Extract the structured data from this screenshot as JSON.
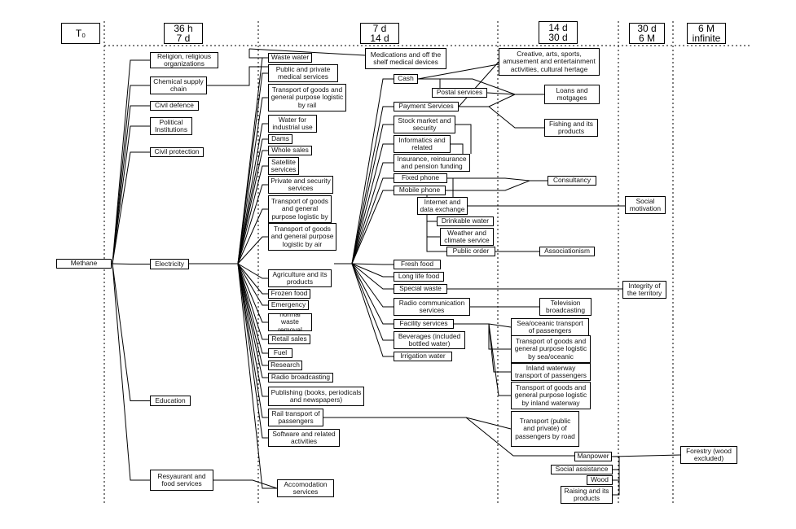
{
  "columns": [
    {
      "id": "c0",
      "l1": "T₀",
      "l2": ""
    },
    {
      "id": "c1",
      "l1": "36 h",
      "l2": "7 d"
    },
    {
      "id": "c2",
      "l1": "7 d",
      "l2": "14 d"
    },
    {
      "id": "c3",
      "l1": "14 d",
      "l2": "30 d"
    },
    {
      "id": "c4",
      "l1": "30 d",
      "l2": "6 M"
    },
    {
      "id": "c5",
      "l1": "6 M",
      "l2": "infinite"
    }
  ],
  "nodes": [
    {
      "id": "methane",
      "label": "Methane"
    },
    {
      "id": "religion",
      "label": "Religion, religious organizations"
    },
    {
      "id": "chemical",
      "label": "Chemical supply chain"
    },
    {
      "id": "civil_def",
      "label": "Civil defence"
    },
    {
      "id": "political",
      "label": "Political Institutions"
    },
    {
      "id": "civil_prot",
      "label": "Civil protection"
    },
    {
      "id": "electricity",
      "label": "Electricity"
    },
    {
      "id": "education",
      "label": "Education"
    },
    {
      "id": "restaurant",
      "label": "Resyaurant and food services"
    },
    {
      "id": "waste_water",
      "label": "Waste water"
    },
    {
      "id": "public_med",
      "label": "Public and private medical services"
    },
    {
      "id": "trans_rail",
      "label": "Transport of goods and general purpose logistic by rail"
    },
    {
      "id": "water_ind",
      "label": "Water for industrial use"
    },
    {
      "id": "dams",
      "label": "Dams"
    },
    {
      "id": "wholesales",
      "label": "Whole sales"
    },
    {
      "id": "satellite",
      "label": "Satellite services"
    },
    {
      "id": "private_sec",
      "label": "Private and security services"
    },
    {
      "id": "trans_goods_by",
      "label": "Transport of goods and general purpose logistic by"
    },
    {
      "id": "trans_air",
      "label": "Transport of goods and general purpose logistic by air"
    },
    {
      "id": "agriculture",
      "label": "Agriculture and its products"
    },
    {
      "id": "frozen",
      "label": "Frozen food"
    },
    {
      "id": "emergency",
      "label": "Emergency"
    },
    {
      "id": "normal_waste",
      "label": "normal waste removal"
    },
    {
      "id": "retail",
      "label": "Retail sales"
    },
    {
      "id": "fuel",
      "label": "Fuel"
    },
    {
      "id": "research",
      "label": "Research"
    },
    {
      "id": "radio_broad",
      "label": "Radio broadcasting"
    },
    {
      "id": "publishing",
      "label": "Publishing (books, periodicals and newspapers)"
    },
    {
      "id": "rail_pass",
      "label": "Rail transport of passengers"
    },
    {
      "id": "software",
      "label": "Software and related activities"
    },
    {
      "id": "accommodation",
      "label": "Accomodation services"
    },
    {
      "id": "medications",
      "label": "Medications and off the shelf medical devices"
    },
    {
      "id": "cash",
      "label": "Cash"
    },
    {
      "id": "postal",
      "label": "Postal services"
    },
    {
      "id": "payment",
      "label": "Payment Services"
    },
    {
      "id": "stock",
      "label": "Stock market and security"
    },
    {
      "id": "informatics",
      "label": "Informatics and related"
    },
    {
      "id": "insurance",
      "label": "Insurance, reinsurance and pension funding"
    },
    {
      "id": "fixed_phone",
      "label": "Fixed phone"
    },
    {
      "id": "mobile_phone",
      "label": "Mobile phone"
    },
    {
      "id": "internet",
      "label": "Internet and data exchange"
    },
    {
      "id": "drinkable",
      "label": "Drinkable water"
    },
    {
      "id": "weather",
      "label": "Weather and climate service"
    },
    {
      "id": "public_order",
      "label": "Public order"
    },
    {
      "id": "fresh_food",
      "label": "Fresh  food"
    },
    {
      "id": "long_life",
      "label": "Long life food"
    },
    {
      "id": "special_waste",
      "label": "Special waste"
    },
    {
      "id": "radio_comm",
      "label": "Radio communication services"
    },
    {
      "id": "facility",
      "label": "Facility services"
    },
    {
      "id": "beverages",
      "label": "Beverages (included bottled water)"
    },
    {
      "id": "irrigation",
      "label": "Irrigation water"
    },
    {
      "id": "creative",
      "label": "Creative, arts, sports, amusement and entertainment activities, cultural hertage"
    },
    {
      "id": "loans",
      "label": "Loans and motgages"
    },
    {
      "id": "fishing",
      "label": "Fishing and its products"
    },
    {
      "id": "consultancy",
      "label": "Consultancy"
    },
    {
      "id": "associationism",
      "label": "Associationism"
    },
    {
      "id": "television",
      "label": "Television broadcasting"
    },
    {
      "id": "sea_pass",
      "label": "Sea/oceanic transport of passengers"
    },
    {
      "id": "sea_goods",
      "label": "Transport of goods and general purpose logistic by sea/oceanic"
    },
    {
      "id": "inland_pass",
      "label": "Inland waterway transport of passengers"
    },
    {
      "id": "inland_goods",
      "label": "Transport of goods and general purpose logistic by inland waterway"
    },
    {
      "id": "road_pass",
      "label": "Transport (public and private) of passengers by road"
    },
    {
      "id": "manpower",
      "label": "Manpower"
    },
    {
      "id": "social_assist",
      "label": "Social assistance"
    },
    {
      "id": "wood",
      "label": "Wood"
    },
    {
      "id": "raising",
      "label": "Raising and its products"
    },
    {
      "id": "social_motiv",
      "label": "Social motivation"
    },
    {
      "id": "integrity",
      "label": "Integrity of the territory"
    },
    {
      "id": "forestry",
      "label": "Forestry (wood excluded)"
    }
  ]
}
